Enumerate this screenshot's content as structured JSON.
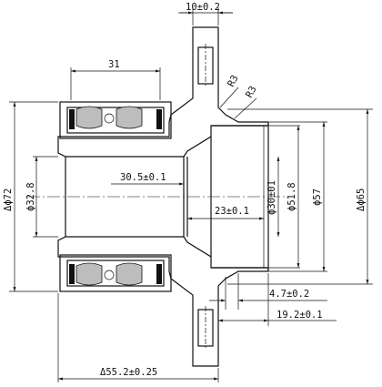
{
  "dimensions": {
    "flange_thickness": "10±0.2",
    "bearing_width": "31",
    "fillet_radius_1": "R3",
    "fillet_radius_2": "R3",
    "hub_depth": "30.5±0.1",
    "bore_depth": "23±0.1",
    "bearing_outer_diameter": "Δϕ72",
    "bore_diameter": "ϕ32.8",
    "spigot_diameter": "ϕ30±01",
    "pilot_inner_diameter": "ϕ51.8",
    "pilot_outer_diameter": "ϕ57",
    "spigot_outer_diameter": "Δϕ65",
    "step_offset": "4.7±0.2",
    "pilot_length": "19.2±0.1",
    "overall_length": "Δ55.2±0.25"
  }
}
